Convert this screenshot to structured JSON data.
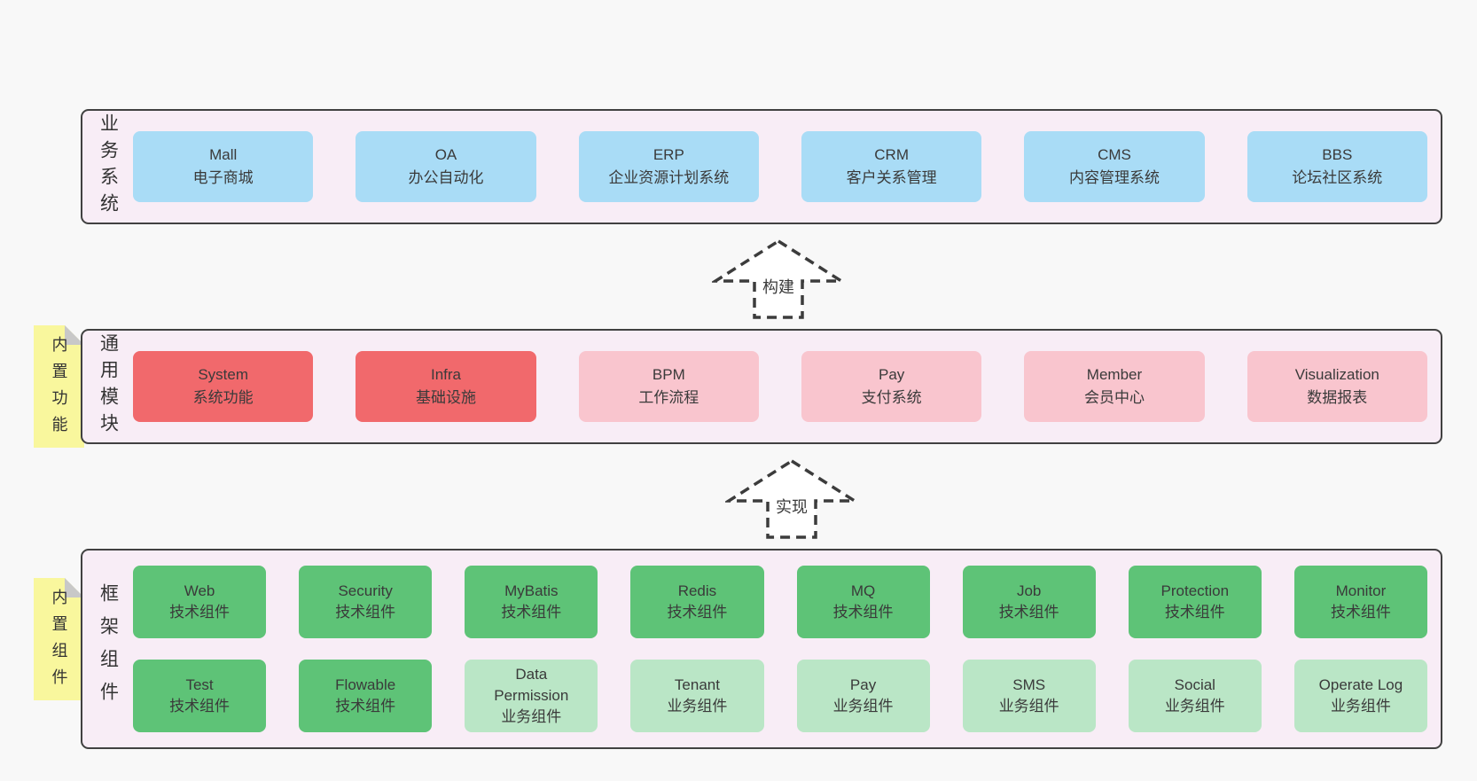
{
  "colors": {
    "page_bg": "#f8f8f8",
    "panel_bg": "#f8edf6",
    "panel_border": "#414141",
    "box_blue": "#a9dcf6",
    "box_red": "#f1696c",
    "box_pink": "#f9c5ce",
    "box_green_dark": "#5ec377",
    "box_green_light": "#bae6c6",
    "sticky_yellow": "#f9f79d",
    "sticky_fold_gray": "#c8c8c8",
    "text": "#3a3a3a"
  },
  "layers": [
    {
      "label": "业务系统",
      "boxes": [
        {
          "name": "Mall",
          "desc": "电子商城"
        },
        {
          "name": "OA",
          "desc": "办公自动化"
        },
        {
          "name": "ERP",
          "desc": "企业资源计划系统"
        },
        {
          "name": "CRM",
          "desc": "客户关系管理"
        },
        {
          "name": "CMS",
          "desc": "内容管理系统"
        },
        {
          "name": "BBS",
          "desc": "论坛社区系统"
        }
      ]
    },
    {
      "label": "通用模块",
      "sticky": "内置功能",
      "boxes": [
        {
          "name": "System",
          "desc": "系统功能"
        },
        {
          "name": "Infra",
          "desc": "基础设施"
        },
        {
          "name": "BPM",
          "desc": "工作流程"
        },
        {
          "name": "Pay",
          "desc": "支付系统"
        },
        {
          "name": "Member",
          "desc": "会员中心"
        },
        {
          "name": "Visualization",
          "desc": "数据报表"
        }
      ]
    },
    {
      "label": "框架组件",
      "sticky": "内置组件",
      "row1": [
        {
          "name": "Web",
          "desc": "技术组件"
        },
        {
          "name": "Security",
          "desc": "技术组件"
        },
        {
          "name": "MyBatis",
          "desc": "技术组件"
        },
        {
          "name": "Redis",
          "desc": "技术组件"
        },
        {
          "name": "MQ",
          "desc": "技术组件"
        },
        {
          "name": "Job",
          "desc": "技术组件"
        },
        {
          "name": "Protection",
          "desc": "技术组件"
        },
        {
          "name": "Monitor",
          "desc": "技术组件"
        }
      ],
      "row2": [
        {
          "name": "Test",
          "desc": "技术组件"
        },
        {
          "name": "Flowable",
          "desc": "技术组件"
        },
        {
          "name": "Data\nPermission",
          "desc": "业务组件"
        },
        {
          "name": "Tenant",
          "desc": "业务组件"
        },
        {
          "name": "Pay",
          "desc": "业务组件"
        },
        {
          "name": "SMS",
          "desc": "业务组件"
        },
        {
          "name": "Social",
          "desc": "业务组件"
        },
        {
          "name": "Operate Log",
          "desc": "业务组件"
        }
      ]
    }
  ],
  "arrows": [
    {
      "label": "构建"
    },
    {
      "label": "实现"
    }
  ]
}
